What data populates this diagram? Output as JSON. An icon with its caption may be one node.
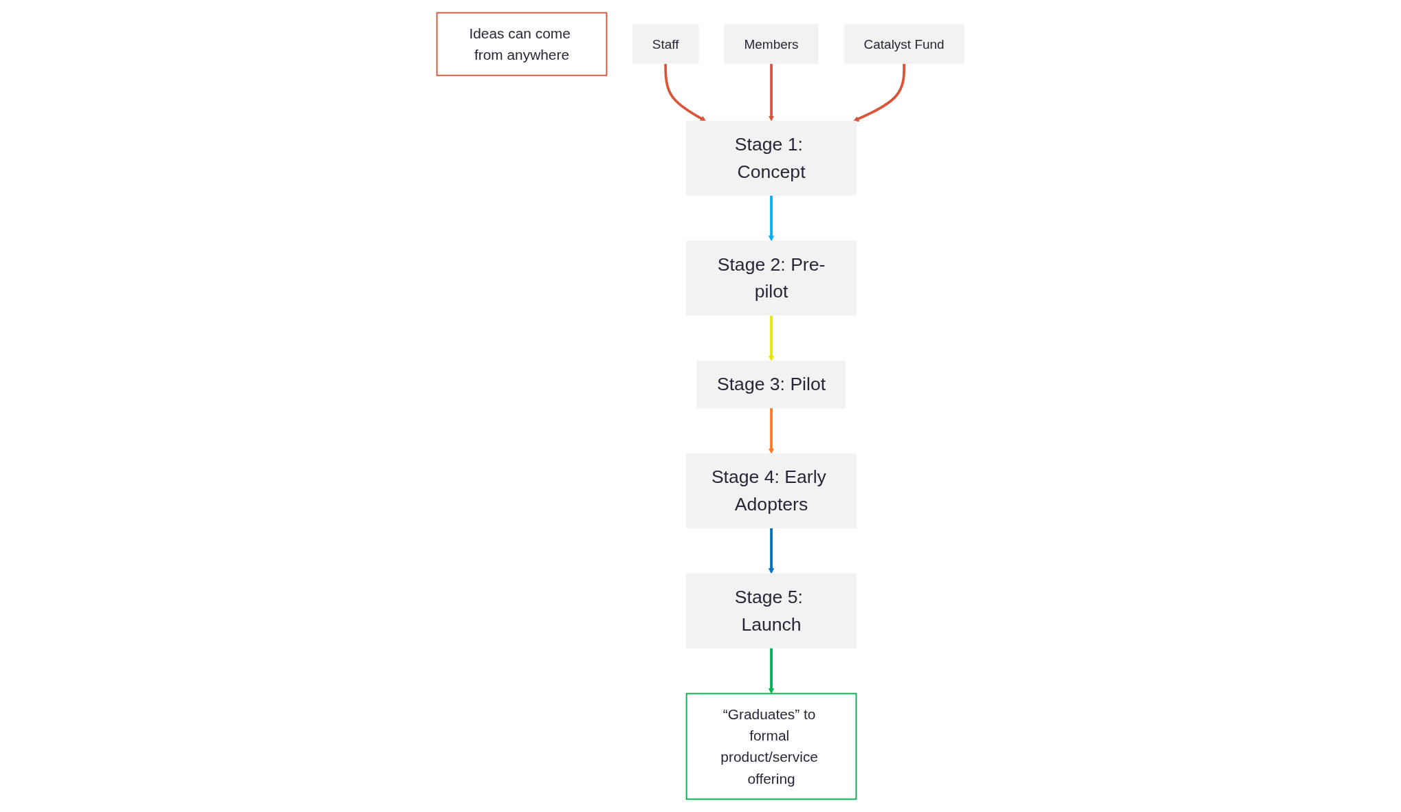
{
  "diagram": {
    "nodes": [
      {
        "text": [
          "Ideas can come from anywhere"
        ]
      },
      {
        "text": [
          "Staff"
        ]
      },
      {
        "text": [
          "Members"
        ]
      },
      {
        "text": [
          "Catalyst Fund"
        ]
      },
      {
        "text": [
          "Stage 1: Concept"
        ]
      },
      {
        "text": [
          "Stage 2: Pre-pilot"
        ]
      },
      {
        "text": [
          "Stage 3: Pilot"
        ]
      },
      {
        "text": [
          "Stage 4: Early Adopters"
        ]
      },
      {
        "text": [
          "Stage 5: Launch"
        ]
      },
      {
        "text": [
          "“Graduates” to formal product/service offering"
        ]
      }
    ],
    "edges": [
      {
        "from": 1,
        "to": 4,
        "arrow": "to",
        "color": "#d9553a"
      },
      {
        "from": 2,
        "to": 4,
        "arrow": "to",
        "color": "#d9553a"
      },
      {
        "from": 3,
        "to": 4,
        "arrow": "to",
        "color": "#d9553a"
      },
      {
        "from": 4,
        "to": 5,
        "arrow": "to",
        "color": "#00b0f0"
      },
      {
        "from": 5,
        "to": 6,
        "arrow": "to",
        "color": "#e6e600"
      },
      {
        "from": 6,
        "to": 7,
        "arrow": "to",
        "color": "#ff7722"
      },
      {
        "from": 7,
        "to": 8,
        "arrow": "to",
        "color": "#0070c0"
      },
      {
        "from": 8,
        "to": 9,
        "arrow": "to",
        "color": "#00b050"
      }
    ]
  }
}
